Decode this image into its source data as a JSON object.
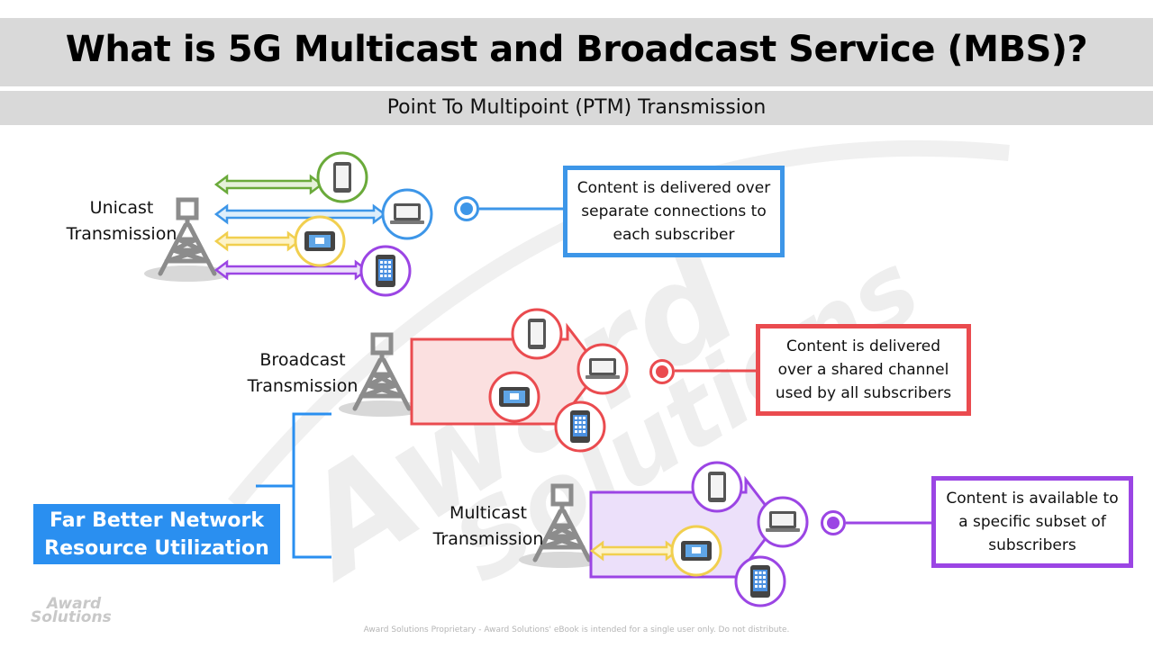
{
  "header": {
    "title": "What is 5G Multicast and Broadcast Service (MBS)?",
    "subtitle": "Point To Multipoint (PTM) Transmission"
  },
  "unicast": {
    "label_line1": "Unicast",
    "label_line2": "Transmission",
    "description": "Content is delivered over separate connections to each subscriber",
    "color": "#3d96e8"
  },
  "broadcast": {
    "label_line1": "Broadcast",
    "label_line2": "Transmission",
    "description": "Content is delivered over a shared channel used by all subscribers",
    "color": "#ea4b4f"
  },
  "multicast": {
    "label_line1": "Multicast",
    "label_line2": "Transmission",
    "description": "Content is available to a specific subset of subscribers",
    "color": "#9b45e4"
  },
  "benefit": {
    "line1": "Far Better Network",
    "line2": "Resource Utilization",
    "color": "#2a8ff0"
  },
  "logo": {
    "line1": "Award",
    "line2": "Solutions"
  },
  "watermark": {
    "line1": "Award",
    "line2": "Solutions"
  },
  "footer": "Award Solutions Proprietary - Award Solutions' eBook is intended for a single user only. Do not distribute.",
  "icons": [
    "cell-tower-icon",
    "smartphone-icon",
    "laptop-icon",
    "tablet-icon",
    "cellphone-icon"
  ]
}
